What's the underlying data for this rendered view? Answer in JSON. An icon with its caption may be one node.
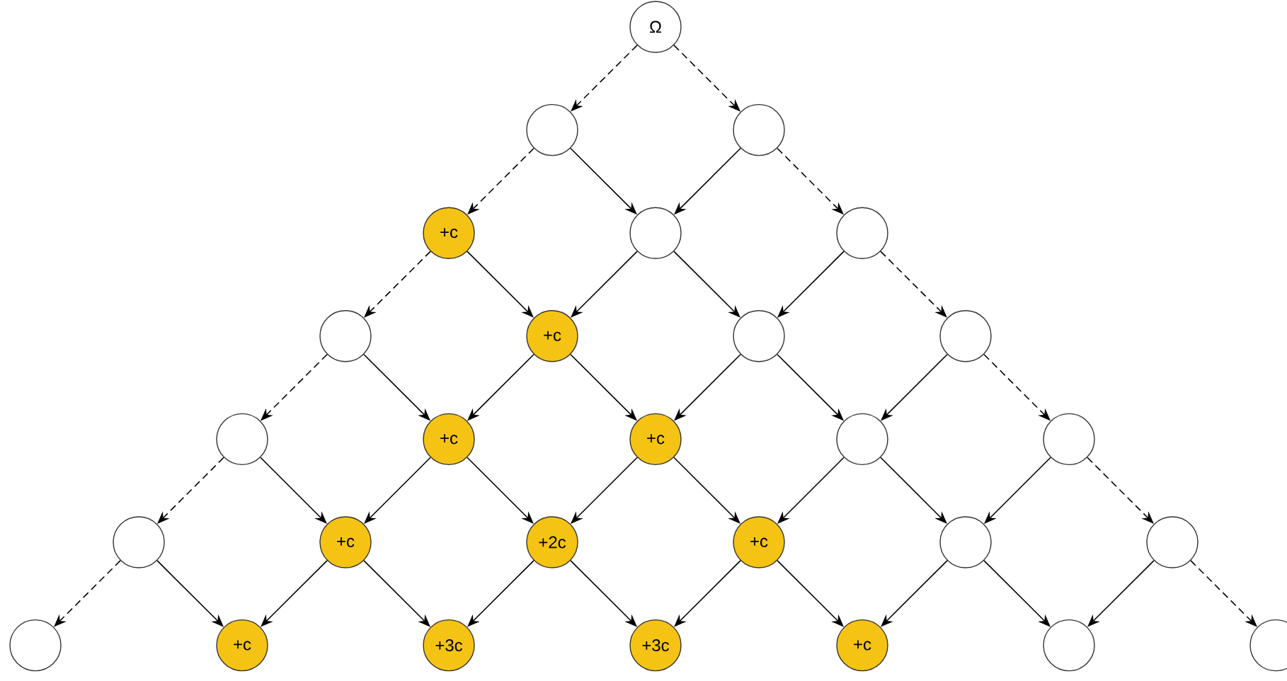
{
  "diagram": {
    "nodes": [
      {
        "text": [
          "Ω"
        ]
      },
      {
        "text": [],
        "shape": "circle"
      },
      {
        "text": [],
        "shape": "circle"
      },
      {
        "text": [
          "+c"
        ]
      },
      {
        "text": [],
        "shape": "circle"
      },
      {
        "text": [],
        "shape": "circle"
      },
      {
        "text": [],
        "shape": "circle"
      },
      {
        "text": [
          "+c"
        ]
      },
      {
        "text": [],
        "shape": "circle"
      },
      {
        "text": [],
        "shape": "circle"
      },
      {
        "text": [],
        "shape": "circle"
      },
      {
        "text": [
          "+c"
        ]
      },
      {
        "text": [
          "+c"
        ]
      },
      {
        "text": [],
        "shape": "circle"
      },
      {
        "text": [],
        "shape": "circle"
      },
      {
        "text": [],
        "shape": "circle"
      },
      {
        "text": [
          "+c"
        ]
      },
      {
        "text": [
          "+2c"
        ]
      },
      {
        "text": [
          "+c"
        ]
      },
      {
        "text": [],
        "shape": "circle"
      },
      {
        "text": [],
        "shape": "circle"
      },
      {
        "text": [],
        "shape": "circle"
      },
      {
        "text": [
          "+c"
        ]
      },
      {
        "text": [
          "+3c"
        ]
      },
      {
        "text": [
          "+3c"
        ]
      },
      {
        "text": [
          "+c"
        ]
      },
      {
        "text": [],
        "shape": "circle"
      },
      {
        "text": [],
        "shape": "circle"
      }
    ],
    "edges": [
      {
        "from": 0,
        "to": 1,
        "arrow": "to",
        "style": "dashed"
      },
      {
        "from": 0,
        "to": 2,
        "arrow": "to",
        "style": "dashed"
      },
      {
        "from": 1,
        "to": 3,
        "arrow": "to",
        "style": "dashed"
      },
      {
        "from": 1,
        "to": 4,
        "arrow": "to"
      },
      {
        "from": 2,
        "to": 4,
        "arrow": "to"
      },
      {
        "from": 2,
        "to": 5,
        "arrow": "to",
        "style": "dashed"
      },
      {
        "from": 3,
        "to": 6,
        "arrow": "to",
        "style": "dashed"
      },
      {
        "from": 3,
        "to": 7,
        "arrow": "to"
      },
      {
        "from": 4,
        "to": 7,
        "arrow": "to"
      },
      {
        "from": 4,
        "to": 8,
        "arrow": "to"
      },
      {
        "from": 5,
        "to": 8,
        "arrow": "to"
      },
      {
        "from": 5,
        "to": 9,
        "arrow": "to",
        "style": "dashed"
      },
      {
        "from": 6,
        "to": 10,
        "arrow": "to",
        "style": "dashed"
      },
      {
        "from": 6,
        "to": 11,
        "arrow": "to"
      },
      {
        "from": 7,
        "to": 11,
        "arrow": "to"
      },
      {
        "from": 7,
        "to": 12,
        "arrow": "to"
      },
      {
        "from": 8,
        "to": 12,
        "arrow": "to"
      },
      {
        "from": 8,
        "to": 13,
        "arrow": "to"
      },
      {
        "from": 9,
        "to": 13,
        "arrow": "to"
      },
      {
        "from": 9,
        "to": 14,
        "arrow": "to",
        "style": "dashed"
      },
      {
        "from": 10,
        "to": 15,
        "arrow": "to",
        "style": "dashed"
      },
      {
        "from": 10,
        "to": 16,
        "arrow": "to"
      },
      {
        "from": 11,
        "to": 16,
        "arrow": "to"
      },
      {
        "from": 11,
        "to": 17,
        "arrow": "to"
      },
      {
        "from": 12,
        "to": 17,
        "arrow": "to"
      },
      {
        "from": 12,
        "to": 18,
        "arrow": "to"
      },
      {
        "from": 13,
        "to": 18,
        "arrow": "to"
      },
      {
        "from": 13,
        "to": 19,
        "arrow": "to"
      },
      {
        "from": 14,
        "to": 19,
        "arrow": "to"
      },
      {
        "from": 14,
        "to": 20,
        "arrow": "to",
        "style": "dashed"
      },
      {
        "from": 15,
        "to": 21,
        "arrow": "to",
        "style": "dashed"
      },
      {
        "from": 15,
        "to": 22,
        "arrow": "to"
      },
      {
        "from": 16,
        "to": 22,
        "arrow": "to"
      },
      {
        "from": 16,
        "to": 23,
        "arrow": "to"
      },
      {
        "from": 17,
        "to": 23,
        "arrow": "to"
      },
      {
        "from": 17,
        "to": 24,
        "arrow": "to"
      },
      {
        "from": 18,
        "to": 24,
        "arrow": "to"
      },
      {
        "from": 18,
        "to": 25,
        "arrow": "to"
      },
      {
        "from": 19,
        "to": 25,
        "arrow": "to"
      },
      {
        "from": 19,
        "to": 26,
        "arrow": "to"
      },
      {
        "from": 20,
        "to": 26,
        "arrow": "to"
      },
      {
        "from": 20,
        "to": 27,
        "arrow": "to",
        "style": "dashed"
      }
    ]
  }
}
